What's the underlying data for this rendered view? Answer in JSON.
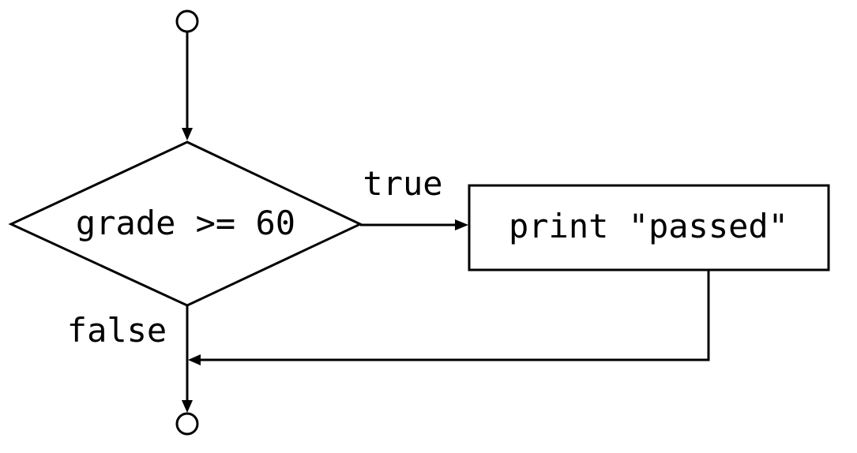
{
  "decision": {
    "condition": "grade >= 60"
  },
  "process": {
    "action": "print \"passed\""
  },
  "branches": {
    "true_label": "true",
    "false_label": "false"
  },
  "colors": {
    "stroke": "#000000",
    "fill": "#ffffff"
  }
}
